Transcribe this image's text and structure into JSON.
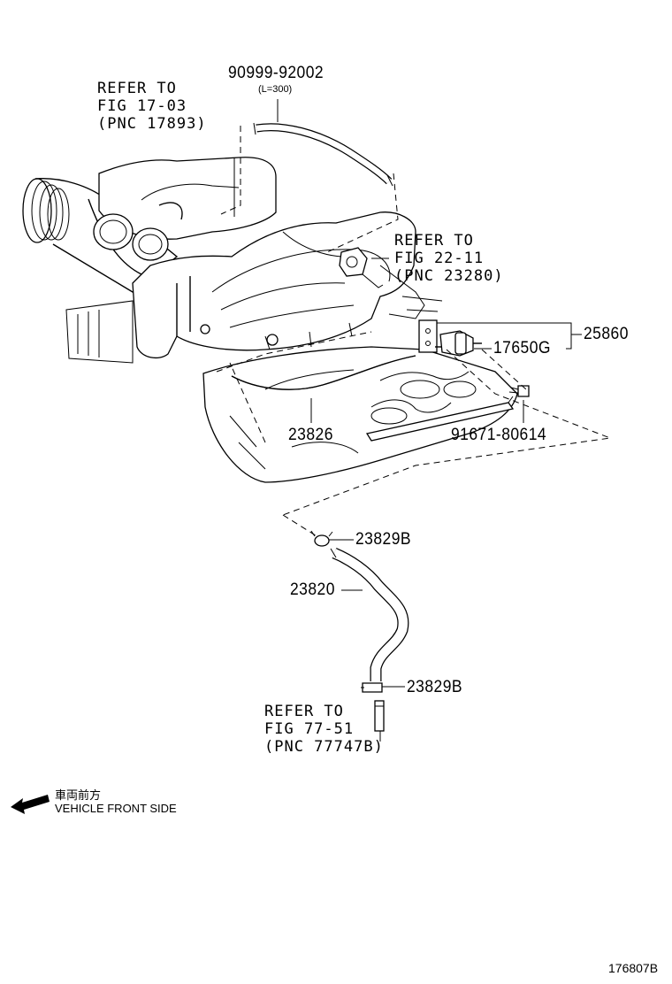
{
  "diagram": {
    "figure_id": "176807B",
    "parts": {
      "hose_top": "90999-92002",
      "hose_top_length": "(L=300)",
      "bracket_assy": "25860",
      "vsv": "17650G",
      "bolt": "91671-80614",
      "hose_mid": "23826",
      "clamp_upper": "23829B",
      "hose_lower": "23820",
      "clamp_lower": "23829B"
    },
    "references": {
      "air_cleaner": [
        "REFER TO",
        "FIG 17-03",
        "(PNC 17893)"
      ],
      "throttle": [
        "REFER TO",
        "FIG 22-11",
        "(PNC 23280)"
      ],
      "fuel_tank": [
        "REFER TO",
        "FIG 77-51",
        "(PNC 77747B)"
      ]
    },
    "direction": {
      "japanese": "車両前方",
      "english": "VEHICLE FRONT SIDE"
    }
  },
  "colors": {
    "ink": "#000000",
    "paper": "#ffffff"
  }
}
